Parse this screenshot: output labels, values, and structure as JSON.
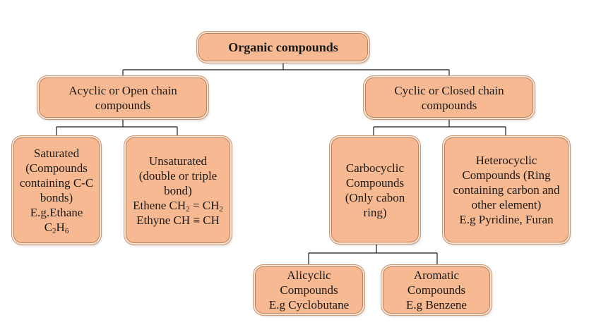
{
  "diagram": {
    "root": {
      "label": "Organic compounds"
    },
    "acyclic": {
      "lines": [
        "Acyclic or Open chain",
        "compounds"
      ]
    },
    "cyclic": {
      "lines": [
        "Cyclic or Closed chain",
        "compounds"
      ]
    },
    "saturated": {
      "lines": [
        "Saturated",
        "(Compounds",
        "containing C-C",
        "bonds)",
        "E.g.Ethane"
      ],
      "formula": {
        "c": "C",
        "c_sub": "2",
        "h": "H",
        "h_sub": "6"
      }
    },
    "unsaturated": {
      "lines": [
        "Unsaturated",
        "(double or triple",
        "bond)"
      ],
      "ethene": {
        "prefix": "Ethene CH",
        "sub1": "2",
        "mid": " = CH",
        "sub2": "2"
      },
      "ethyne": "Ethyne CH ≡ CH"
    },
    "carbocyclic": {
      "lines": [
        "Carbocyclic",
        "Compounds",
        "(Only cabon",
        "ring)"
      ]
    },
    "heterocyclic": {
      "lines": [
        "Heterocyclic",
        "Compounds (Ring",
        "containing carbon and",
        "other element)",
        "E.g Pyridine, Furan"
      ]
    },
    "alicyclic": {
      "lines": [
        "Alicyclic",
        "Compounds",
        "E.g Cyclobutane"
      ]
    },
    "aromatic": {
      "lines": [
        "Aromatic",
        "Compounds",
        "E.g Benzene"
      ]
    }
  },
  "colors": {
    "box_fill": "#f6b992",
    "box_border": "#b8835f",
    "connector": "#1a1a1a"
  }
}
